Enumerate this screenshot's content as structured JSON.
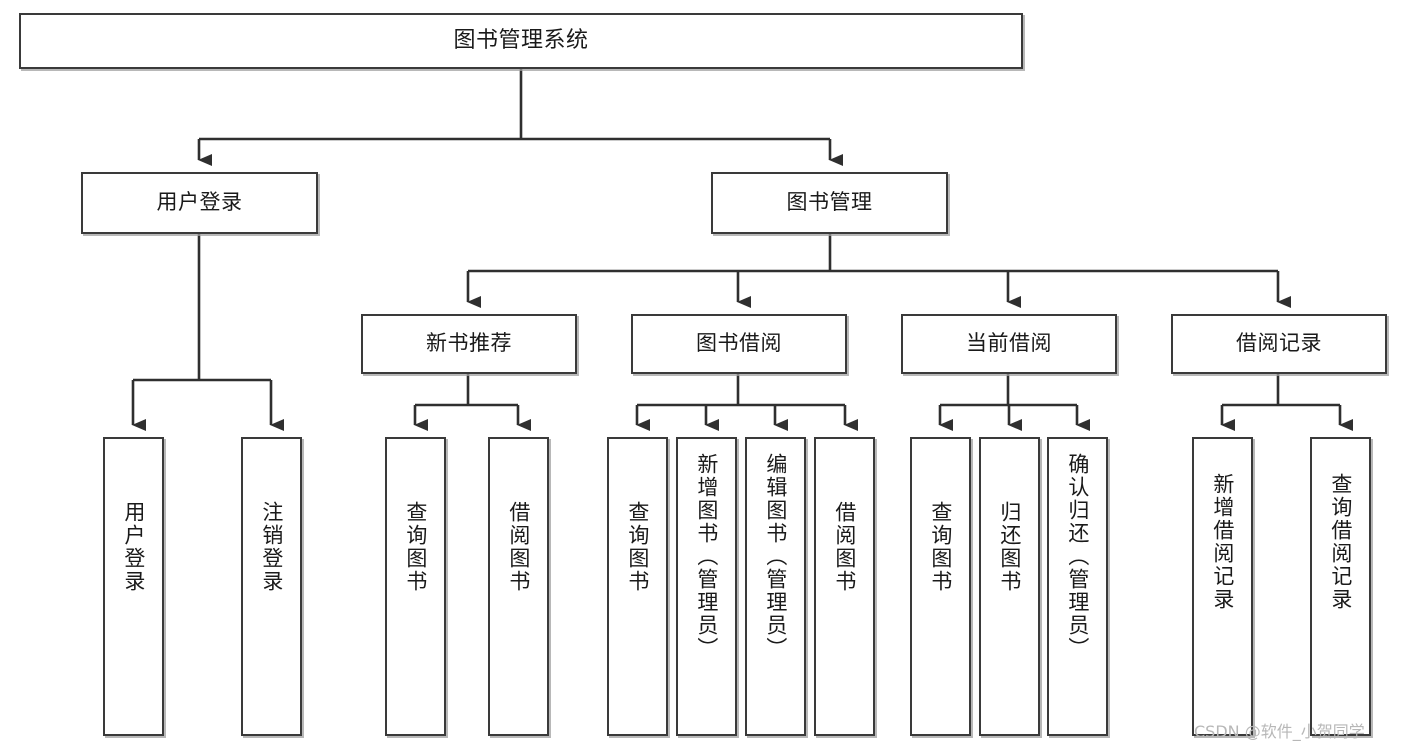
{
  "diagram": {
    "title": "图书管理系统",
    "type": "functional-structure-tree",
    "root": {
      "id": "root",
      "label": "图书管理系统"
    },
    "level1": [
      {
        "id": "user-login",
        "label": "用户登录"
      },
      {
        "id": "book-manage",
        "label": "图书管理"
      }
    ],
    "level2": [
      {
        "id": "new-book-recommend",
        "label": "新书推荐",
        "parent": "book-manage"
      },
      {
        "id": "book-borrow",
        "label": "图书借阅",
        "parent": "book-manage"
      },
      {
        "id": "current-borrow",
        "label": "当前借阅",
        "parent": "book-manage"
      },
      {
        "id": "borrow-record",
        "label": "借阅记录",
        "parent": "book-manage"
      }
    ],
    "leaves": [
      {
        "id": "leaf-user-login",
        "label": "用户登录",
        "parent": "user-login"
      },
      {
        "id": "leaf-user-logout",
        "label": "注销登录",
        "parent": "user-login"
      },
      {
        "id": "leaf-query-book-1",
        "label": "查询图书",
        "parent": "new-book-recommend"
      },
      {
        "id": "leaf-borrow-book-1",
        "label": "借阅图书",
        "parent": "new-book-recommend"
      },
      {
        "id": "leaf-query-book-2",
        "label": "查询图书",
        "parent": "book-borrow"
      },
      {
        "id": "leaf-add-book",
        "label": "新增图书（管理员）",
        "parent": "book-borrow"
      },
      {
        "id": "leaf-edit-book",
        "label": "编辑图书（管理员）",
        "parent": "book-borrow"
      },
      {
        "id": "leaf-borrow-book-2",
        "label": "借阅图书",
        "parent": "book-borrow"
      },
      {
        "id": "leaf-query-book-3",
        "label": "查询图书",
        "parent": "current-borrow"
      },
      {
        "id": "leaf-return-book",
        "label": "归还图书",
        "parent": "current-borrow"
      },
      {
        "id": "leaf-confirm-return",
        "label": "确认归还（管理员）",
        "parent": "current-borrow"
      },
      {
        "id": "leaf-add-record",
        "label": "新增借阅记录",
        "parent": "borrow-record"
      },
      {
        "id": "leaf-query-record",
        "label": "查询借阅记录",
        "parent": "borrow-record"
      }
    ]
  },
  "watermark": {
    "text": "CSDN @软件_小贺同学"
  },
  "colors": {
    "stroke": "#3a3a3a",
    "fill": "#ffffff",
    "text": "#1a1a1a",
    "watermark": "#b7b7b7"
  }
}
